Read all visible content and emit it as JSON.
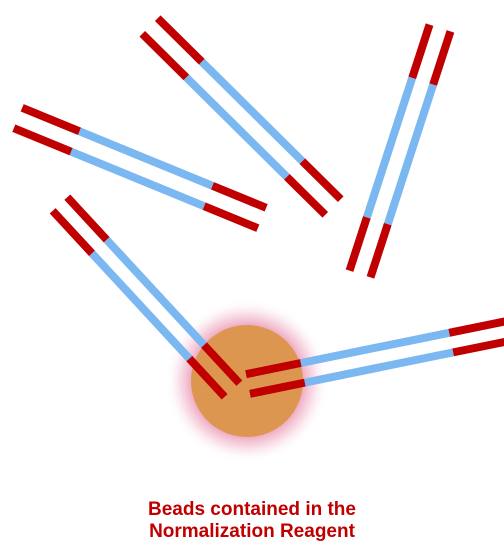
{
  "caption": {
    "line1": "Beads contained in the",
    "line2": "Normalization Reagent"
  },
  "colors": {
    "end_segment": "#c00000",
    "middle_segment": "#7bb7f0",
    "bead": "#dd9650",
    "bead_glow": "#e0608c",
    "caption_text": "#c00000"
  },
  "elements": {
    "strands": [
      {
        "id": "strand-top-center",
        "bound_to_bead": false
      },
      {
        "id": "strand-top-right",
        "bound_to_bead": false
      },
      {
        "id": "strand-left-horizontal",
        "bound_to_bead": false
      },
      {
        "id": "strand-bound-left",
        "bound_to_bead": true
      },
      {
        "id": "strand-bound-right",
        "bound_to_bead": true
      }
    ],
    "bead_count": 1
  }
}
